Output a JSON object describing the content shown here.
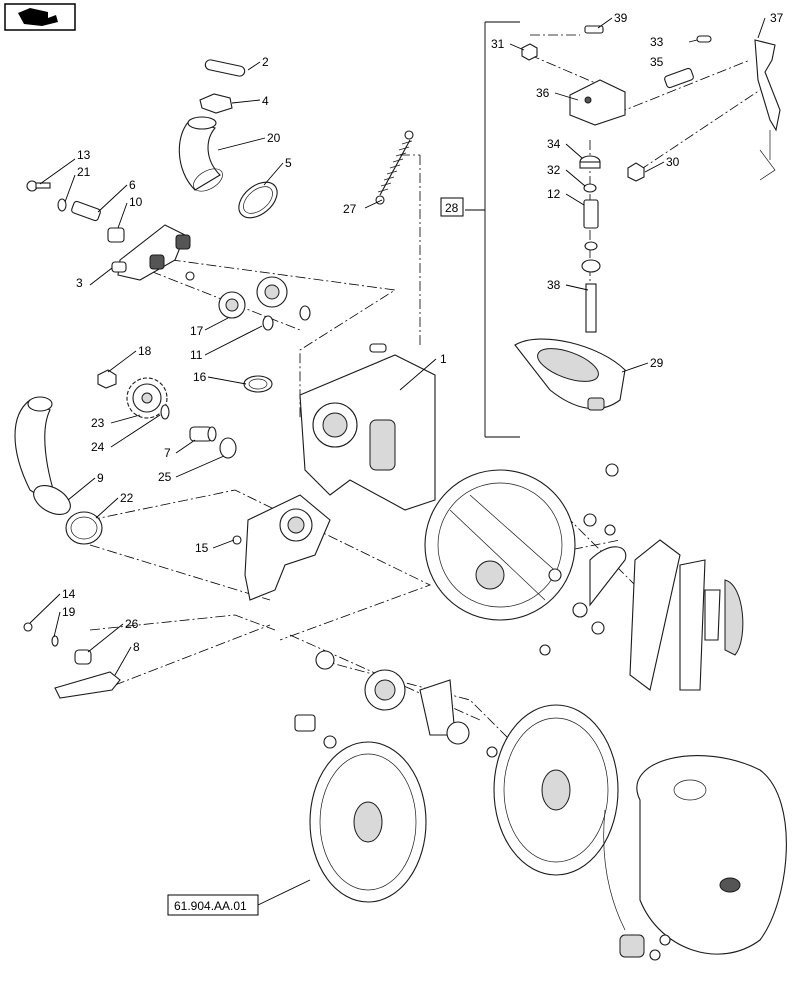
{
  "callouts": {
    "c1": "1",
    "c2": "2",
    "c3": "3",
    "c4": "4",
    "c5": "5",
    "c6": "6",
    "c7": "7",
    "c8": "8",
    "c9": "9",
    "c10": "10",
    "c11": "11",
    "c12": "12",
    "c13": "13",
    "c14": "14",
    "c15": "15",
    "c16": "16",
    "c17": "17",
    "c18": "18",
    "c19": "19",
    "c20": "20",
    "c21": "21",
    "c22": "22",
    "c23": "23",
    "c24": "24",
    "c25": "25",
    "c26": "26",
    "c27": "27",
    "c28": "28",
    "c29": "29",
    "c30": "30",
    "c31": "31",
    "c32": "32",
    "c33": "33",
    "c34": "34",
    "c35": "35",
    "c36": "36",
    "c37": "37",
    "c38": "38",
    "c39": "39"
  },
  "reference_label": "61.904.AA.01",
  "icons": {
    "corner": "next-page-arrow-icon"
  }
}
